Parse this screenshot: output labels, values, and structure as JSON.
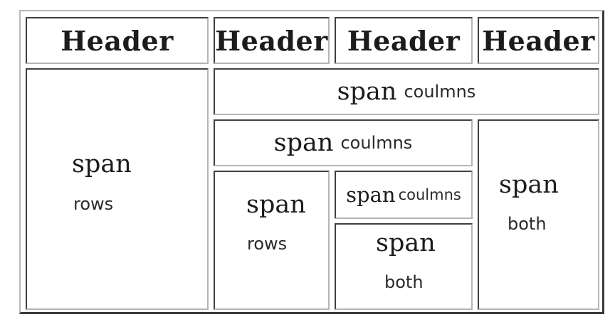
{
  "headers": [
    "Header",
    "Header",
    "Header",
    "Header"
  ],
  "cells": {
    "span_rows_left": {
      "top": "span",
      "bottom": "rows"
    },
    "span_columns_top": {
      "top": "span",
      "bottom": "coulmns"
    },
    "span_columns_mid": {
      "top": "span",
      "bottom": "coulmns"
    },
    "span_rows_inner": {
      "top": "span",
      "bottom": "rows"
    },
    "span_columns_small": {
      "top": "span",
      "bottom": "coulmns"
    },
    "span_both_inner": {
      "top": "span",
      "bottom": "both"
    },
    "span_both_right": {
      "top": "span",
      "bottom": "both"
    }
  }
}
